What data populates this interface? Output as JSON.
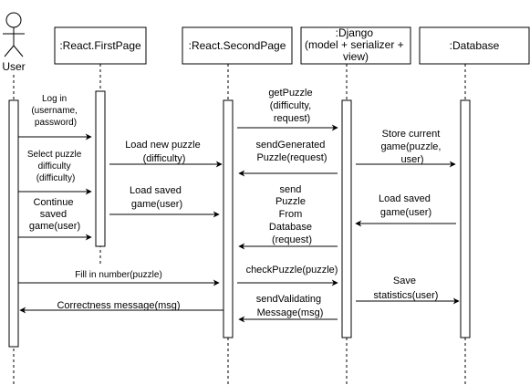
{
  "actor": {
    "label": "User"
  },
  "participants": {
    "first_page": ":React.FirstPage",
    "second_page": ":React.SecondPage",
    "django": [
      ":Django",
      "(model + serializer +",
      "view)"
    ],
    "database": ":Database"
  },
  "messages": {
    "login": [
      "Log in",
      "(username,",
      "password)"
    ],
    "select_difficulty": [
      "Select puzzle",
      "difficulty",
      "(difficulty)"
    ],
    "continue_game": [
      "Continue",
      "saved",
      "game(user)"
    ],
    "fill_number": [
      "Fill in number(puzzle)"
    ],
    "correctness": [
      "Correctness message(msg)"
    ],
    "load_new_puzzle": [
      "Load new puzzle",
      "(difficulty)"
    ],
    "load_saved_game_fp": [
      "Load saved",
      "game(user)"
    ],
    "get_puzzle": [
      "getPuzzle",
      "(difficulty,",
      "request)"
    ],
    "send_generated": [
      "sendGenerated",
      "Puzzle(request)"
    ],
    "send_from_db": [
      "send",
      "Puzzle",
      "From",
      "Database",
      "(request)"
    ],
    "check_puzzle": [
      "checkPuzzle(puzzle)"
    ],
    "send_validating": [
      "sendValidating",
      "Message(msg)"
    ],
    "store_game": [
      "Store current",
      "game(puzzle,",
      "user)"
    ],
    "load_saved_game_db": [
      "Load saved",
      "game(user)"
    ],
    "save_statistics": [
      "Save",
      "statistics(user)"
    ]
  }
}
